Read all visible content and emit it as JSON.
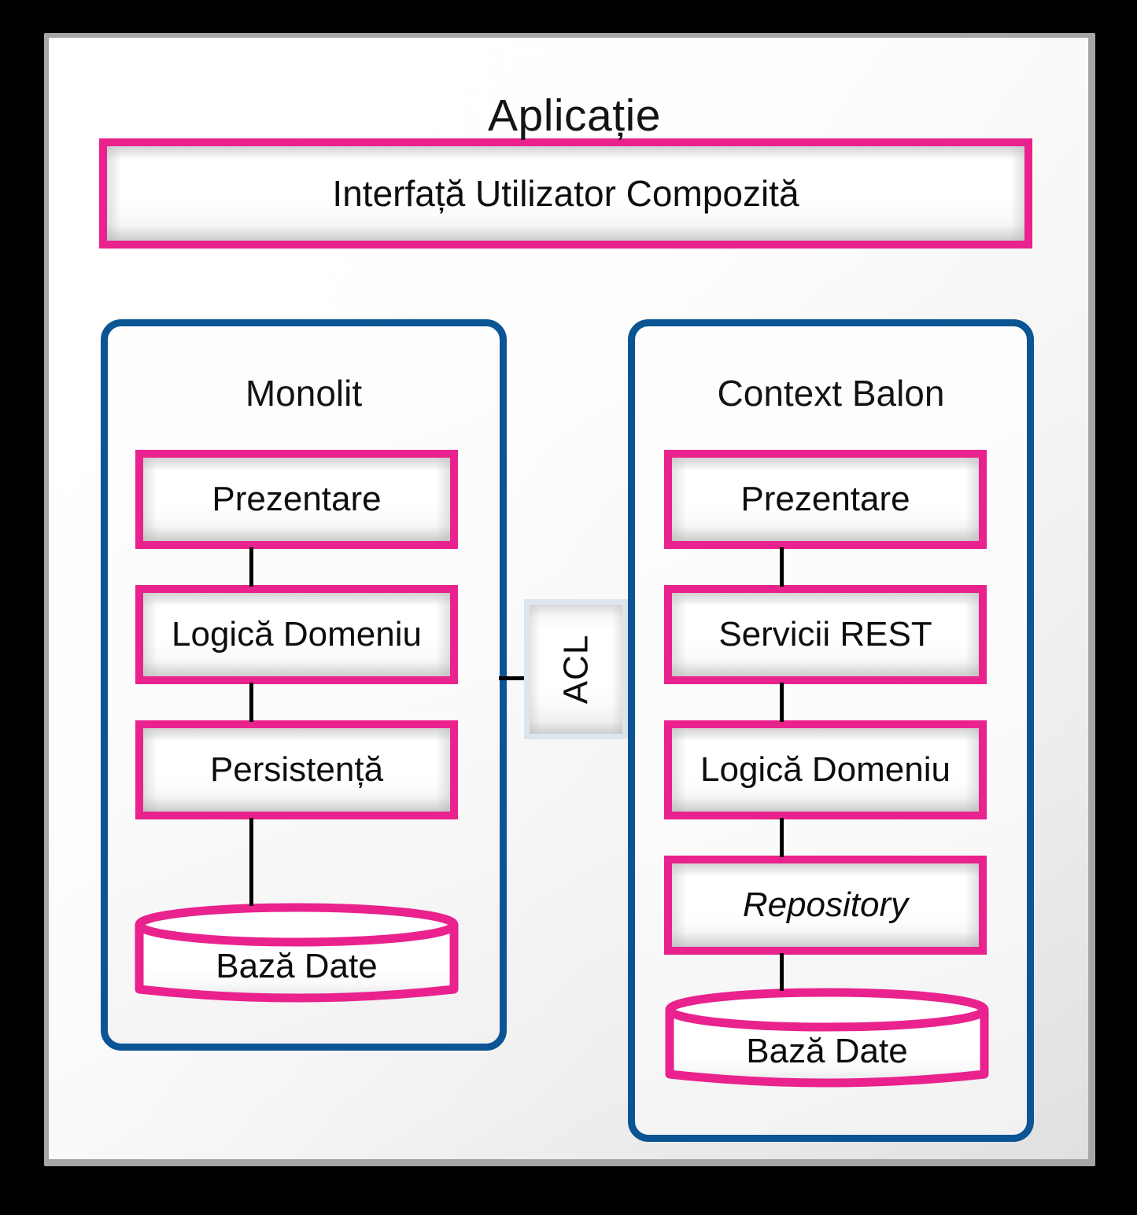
{
  "diagram": {
    "title": "Aplicație",
    "header_box": {
      "label": "Interfață Utilizator Compozită"
    },
    "connector_label": {
      "label": "ACL"
    },
    "panels": [
      {
        "id": "monolit",
        "title": "Monolit",
        "nodes": [
          {
            "label": "Prezentare",
            "shape": "box",
            "style": "normal"
          },
          {
            "label": "Logică Domeniu",
            "shape": "box",
            "style": "normal"
          },
          {
            "label": "Persistență",
            "shape": "box",
            "style": "normal"
          },
          {
            "label": "Bază Date",
            "shape": "cylinder",
            "style": "normal"
          }
        ]
      },
      {
        "id": "context-balon",
        "title": "Context Balon",
        "nodes": [
          {
            "label": "Prezentare",
            "shape": "box",
            "style": "normal"
          },
          {
            "label": "Servicii REST",
            "shape": "box",
            "style": "normal"
          },
          {
            "label": "Logică Domeniu",
            "shape": "box",
            "style": "normal"
          },
          {
            "label": "Repository",
            "shape": "box",
            "style": "italic"
          },
          {
            "label": "Bază Date",
            "shape": "cylinder",
            "style": "normal"
          }
        ]
      }
    ],
    "colors": {
      "accent_pink": "#E9228E",
      "panel_blue": "#0B5595",
      "frame_gray": "#A6A6A6",
      "acl_border": "#DDE5EF",
      "background": "#000000",
      "connector_black": "#000000"
    }
  }
}
